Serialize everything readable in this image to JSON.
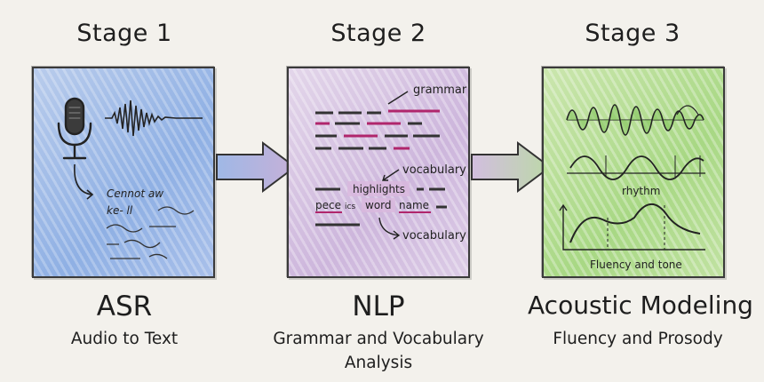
{
  "stages": [
    {
      "stage_label": "Stage 1",
      "acronym": "ASR",
      "description": "Audio to Text",
      "color": "#8fb0e4",
      "icons": [
        "microphone-icon",
        "audio-waveform-icon",
        "handwritten-text-icon"
      ],
      "handwriting": [
        "Cennot aw",
        "ke- ll"
      ]
    },
    {
      "stage_label": "Stage 2",
      "acronym": "NLP",
      "description": "Grammar and Vocabulary Analysis",
      "color": "#cdb6dc",
      "annotations": {
        "grammar": "grammar",
        "vocabulary_top": "vocabulary",
        "vocabulary_bottom": "vocabulary"
      },
      "words": {
        "highlights": "highlights",
        "pece": "pece",
        "ics": "ics",
        "word": "word",
        "name": "name"
      }
    },
    {
      "stage_label": "Stage 3",
      "acronym": "Acoustic Modeling",
      "description": "Fluency and Prosody",
      "color": "#a8d884",
      "labels": {
        "rhythm": "rhythm",
        "fluency": "Fluency and tone"
      },
      "icons": [
        "waveform-icon",
        "rhythm-curve-icon",
        "fluency-curve-icon"
      ]
    }
  ],
  "arrows": [
    "arrow-stage1-to-stage2",
    "arrow-stage2-to-stage3"
  ]
}
